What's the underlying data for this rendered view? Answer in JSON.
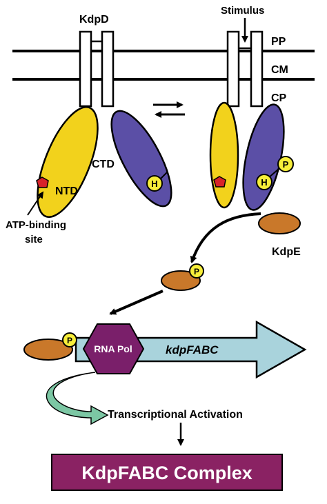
{
  "labels": {
    "kdpd": "KdpD",
    "stimulus": "Stimulus",
    "pp": "PP",
    "cm": "CM",
    "cp": "CP",
    "ctd": "CTD",
    "ntd": "NTD",
    "atp_site_line1": "ATP-binding",
    "atp_site_line2": "site",
    "kdpe": "KdpE",
    "histidine": "H",
    "phospho": "P",
    "rna_pol": "RNA Pol",
    "operon": "kdpFABC",
    "transcriptional_activation": "Transcriptional Activation",
    "complex": "KdpFABC Complex"
  },
  "colors": {
    "ntd_yellow": "#f2d21c",
    "ctd_purple": "#5b4fa6",
    "kdpe_brown": "#c9782a",
    "phospho_yellow": "#f7ee3a",
    "atp_red": "#d8232a",
    "rna_pol_purple": "#7a1f6a",
    "operon_arrow": "#a9d3dc",
    "activation_arrow": "#7cc7a4",
    "complex_box": "#8a2263",
    "complex_text": "#ffffff"
  }
}
